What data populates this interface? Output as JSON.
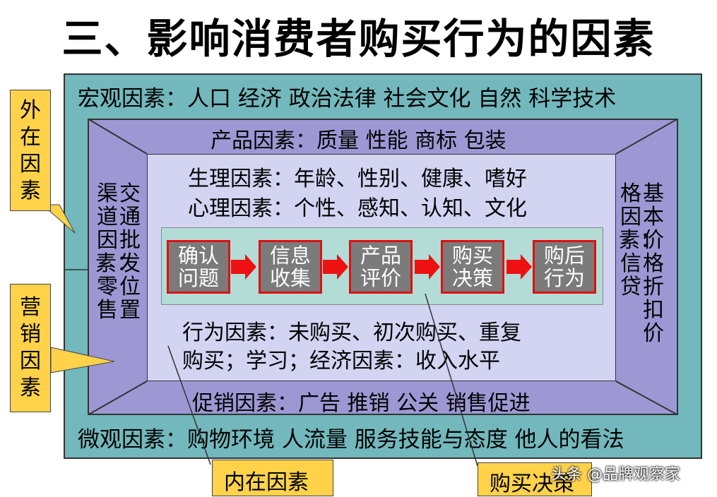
{
  "title": "三、影响消费者购买行为的因素",
  "macro": "宏观因素：人口 经济 政治法律 社会文化 自然 科学技术",
  "micro": "微观因素：购物环境 人流量 服务技能与态度 他人的看法",
  "product": "产品因素：质量 性能 商标 包装",
  "promotion": "促销因素：广告 推销 公关 销售促进",
  "channel": {
    "col1": "交通批发位置",
    "col2": "渠道因素：零售"
  },
  "price": {
    "col1": "基本价格折扣价",
    "col2": "格因素：信贷"
  },
  "physio": "生理因素：年龄、性别、健康、嗜好",
  "psych": "心理因素：个性、感知、认知、文化",
  "behavior1": "行为因素：未购买、初次购买、重复",
  "behavior2": "购买；学习；经济因素：收入水平",
  "steps": [
    {
      "l1": "确认",
      "l2": "问题"
    },
    {
      "l1": "信息",
      "l2": "收集"
    },
    {
      "l1": "产品",
      "l2": "评价"
    },
    {
      "l1": "购买",
      "l2": "决策"
    },
    {
      "l1": "购后",
      "l2": "行为"
    }
  ],
  "callouts": {
    "external": "外在因素",
    "marketing": "营销因素",
    "internal": "内在因素",
    "decision": "购买决策"
  },
  "watermark": "头条 @品牌观察家",
  "colors": {
    "outer": "#72b8bc",
    "panel": "#9d98d4",
    "center": "#d3d3f2",
    "process": "#b3dcd6",
    "step": "#7b7b7b",
    "arrow": "#ee1111",
    "callout": "#ffd24a"
  }
}
